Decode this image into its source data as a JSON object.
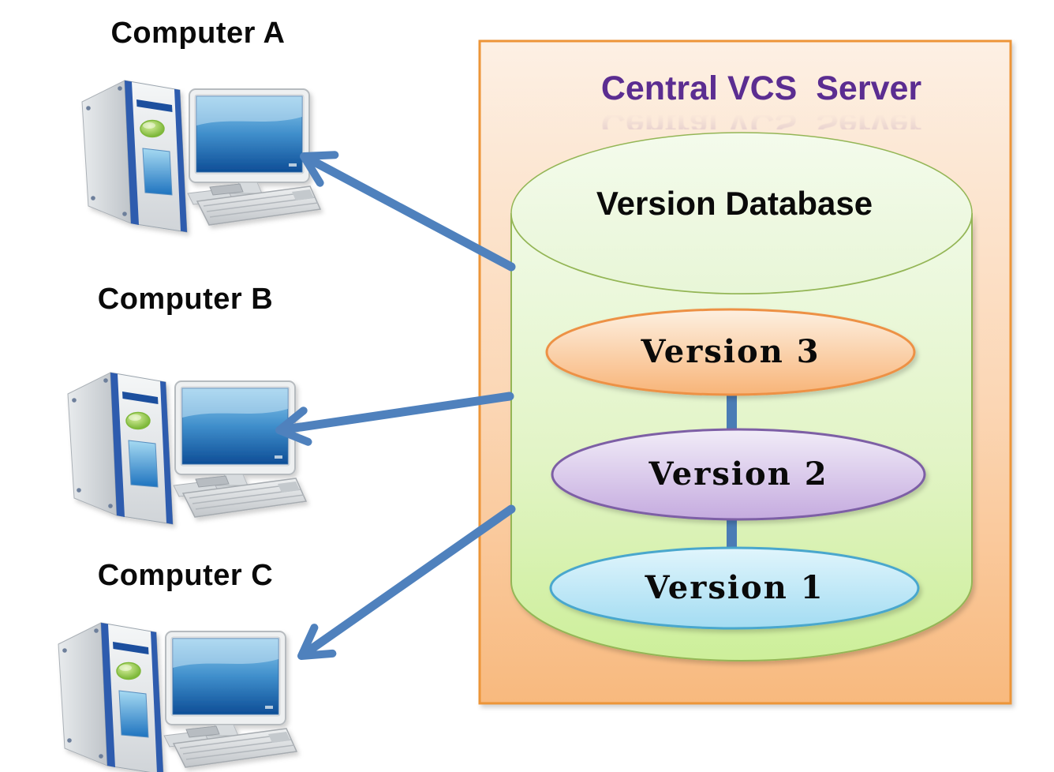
{
  "server": {
    "title": "Central VCS  Server",
    "database_label": "Version Database"
  },
  "versions": [
    {
      "label": "Version 3",
      "fill_top": "#fdf0e1",
      "fill_bottom": "#f8b478",
      "border": "#ed9145"
    },
    {
      "label": "Version 2",
      "fill_top": "#f1ecf8",
      "fill_bottom": "#c5abdf",
      "border": "#7d5fa5"
    },
    {
      "label": "Version 1",
      "fill_top": "#e0f5fc",
      "fill_bottom": "#a3dcf2",
      "border": "#4aa7cd"
    }
  ],
  "computers": [
    {
      "label": "Computer A"
    },
    {
      "label": "Computer B"
    },
    {
      "label": "Computer C"
    }
  ],
  "colors": {
    "title": "#5b2d91",
    "label_text": "#0a0a0a",
    "arrow": "#4f81bd",
    "connector": "#4a7cb5",
    "server_border": "#ed9537",
    "server_fill_top": "#fdf0e4",
    "server_fill_mid": "#fbd6b4",
    "server_fill_bottom": "#f8b97e",
    "cylinder_border": "#94b656",
    "cylinder_fill_top": "#f0fae6",
    "cylinder_fill_mid": "#e2f4c6",
    "cylinder_fill_bottom": "#cdef9a",
    "cylinder_cap_top": "#f4fbec",
    "cylinder_cap_bottom": "#e8f6d7"
  }
}
